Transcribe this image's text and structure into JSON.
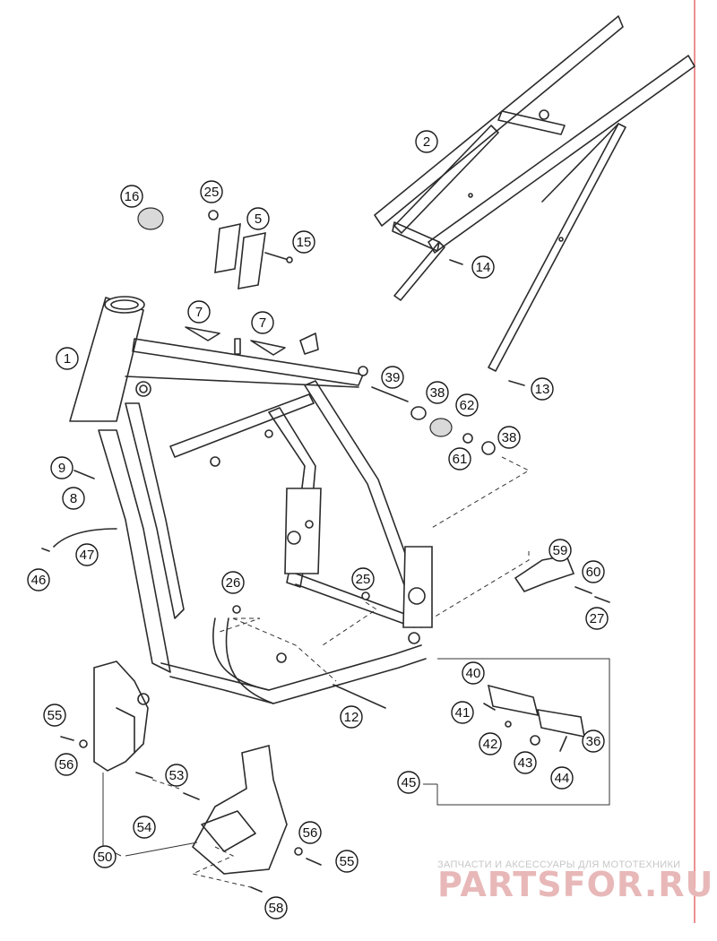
{
  "colors": {
    "line": "#2b2b2b",
    "border": "#e04a4a",
    "watermark": "#e8b8b8"
  },
  "callouts": [
    {
      "label": "1"
    },
    {
      "label": "2"
    },
    {
      "label": "5"
    },
    {
      "label": "7"
    },
    {
      "label": "7"
    },
    {
      "label": "8"
    },
    {
      "label": "9"
    },
    {
      "label": "12"
    },
    {
      "label": "13"
    },
    {
      "label": "14"
    },
    {
      "label": "15"
    },
    {
      "label": "16"
    },
    {
      "label": "25"
    },
    {
      "label": "25"
    },
    {
      "label": "26"
    },
    {
      "label": "27"
    },
    {
      "label": "36"
    },
    {
      "label": "38"
    },
    {
      "label": "38"
    },
    {
      "label": "39"
    },
    {
      "label": "40"
    },
    {
      "label": "41"
    },
    {
      "label": "42"
    },
    {
      "label": "43"
    },
    {
      "label": "44"
    },
    {
      "label": "45"
    },
    {
      "label": "46"
    },
    {
      "label": "47"
    },
    {
      "label": "50"
    },
    {
      "label": "53"
    },
    {
      "label": "54"
    },
    {
      "label": "55"
    },
    {
      "label": "55"
    },
    {
      "label": "56"
    },
    {
      "label": "56"
    },
    {
      "label": "58"
    },
    {
      "label": "59"
    },
    {
      "label": "60"
    },
    {
      "label": "61"
    },
    {
      "label": "62"
    }
  ],
  "watermark": {
    "tagline": "ЗАПЧАСТИ И АКСЕССУАРЫ ДЛЯ МОТОТЕХНИКИ",
    "logo": "PARTSFOR.RU"
  }
}
